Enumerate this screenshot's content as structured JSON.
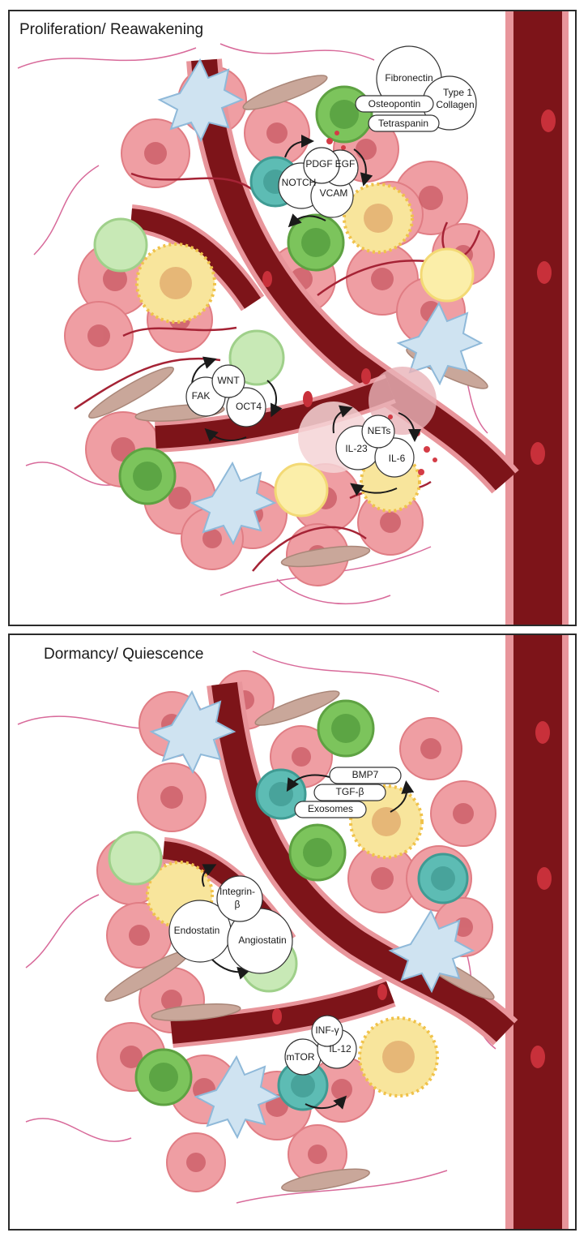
{
  "panels": {
    "top": {
      "title": "Proliferation/ Reawakening",
      "matrix_labels": [
        "Fibronectin",
        "Type 1",
        "Collagen",
        "Osteopontin",
        "Tetraspanin"
      ],
      "cluster_1": [
        "PDGF",
        "EGF",
        "NOTCH",
        "VCAM"
      ],
      "cluster_2": [
        "WNT",
        "FAK",
        "OCT4"
      ],
      "cluster_3": [
        "NETs",
        "IL-23",
        "IL-6"
      ]
    },
    "bottom": {
      "title": "Dormancy/ Quiescence",
      "pill_labels": [
        "BMP7",
        "TGF-β",
        "Exosomes"
      ],
      "cluster_1": [
        "Integrin-",
        "β",
        "Endostatin",
        "Angiostatin"
      ],
      "cluster_2": [
        "INF-γ",
        "mTOR",
        "IL-12"
      ]
    }
  },
  "colors": {
    "vessel_dark": "#7d1419",
    "vessel_light": "#e8959b",
    "tumor_cell": "#e98e94",
    "tumor_nucleus": "#c9545d",
    "t_cell_green": "#7cc45c",
    "t_cell_teal": "#5dbcb4",
    "dendritic_cell": "#bcd7ea",
    "macrophage_yellow": "#f8e59c",
    "fibroblast": "#c9a79a"
  }
}
